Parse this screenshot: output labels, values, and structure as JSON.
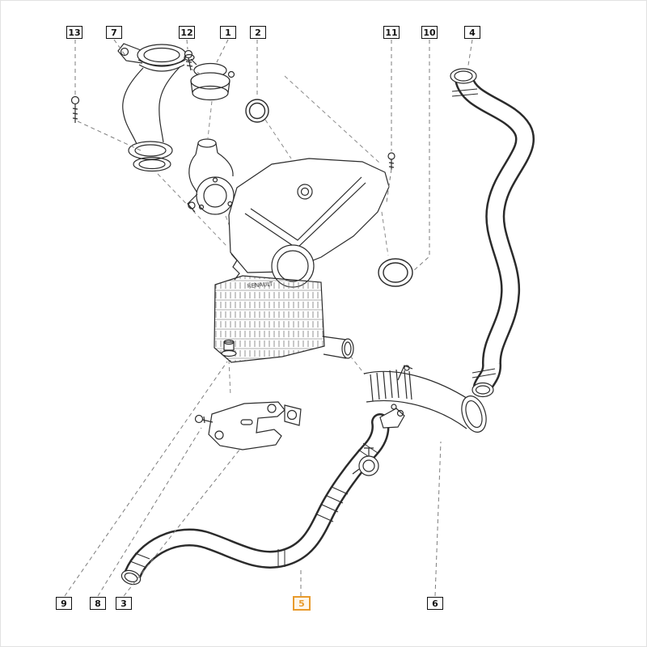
{
  "colors": {
    "highlight": "#E89B2C",
    "line": "#2B2B2B",
    "leader": "#808080",
    "background": "#FFFFFF"
  },
  "callouts": [
    {
      "num": "13",
      "highlighted": false
    },
    {
      "num": "7",
      "highlighted": false
    },
    {
      "num": "12",
      "highlighted": false
    },
    {
      "num": "1",
      "highlighted": false
    },
    {
      "num": "2",
      "highlighted": false
    },
    {
      "num": "11",
      "highlighted": false
    },
    {
      "num": "10",
      "highlighted": false
    },
    {
      "num": "4",
      "highlighted": false
    },
    {
      "num": "9",
      "highlighted": false
    },
    {
      "num": "8",
      "highlighted": false
    },
    {
      "num": "3",
      "highlighted": false
    },
    {
      "num": "5",
      "highlighted": true
    },
    {
      "num": "6",
      "highlighted": false
    }
  ],
  "diagram": {
    "brand_text": "RENAULT"
  }
}
